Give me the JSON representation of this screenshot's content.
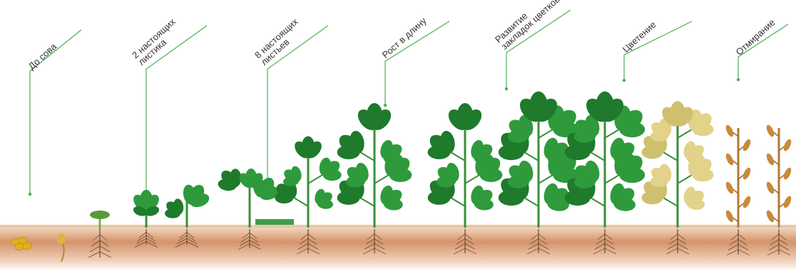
{
  "stages": [
    {
      "label": "До сова",
      "kind": "seed"
    },
    {
      "label": "2 настоящих\nлистика",
      "kind": "small"
    },
    {
      "label": "8 настоящих\nлистьев",
      "kind": "medium"
    },
    {
      "label": "Рост в длину",
      "kind": "tall"
    },
    {
      "label": "Развитие\nзакладок цветков",
      "kind": "bushy"
    },
    {
      "label": "Цветение",
      "kind": "yellow"
    },
    {
      "label": "Отмирание",
      "kind": "dead"
    }
  ],
  "colors": {
    "leader_line": "#4caf50",
    "leaf": "#2e9a3c",
    "leaf_dark": "#1f7a2c",
    "stem": "#3a8f3a",
    "soil_top": "#e9c7a8",
    "soil_mid": "#c98860",
    "soil_bottom": "#ffffff",
    "root": "#6b4a35",
    "seed": "#e0b020",
    "yellow_leaf": "#e2d28a",
    "dead_plant": "#c88a3a"
  }
}
